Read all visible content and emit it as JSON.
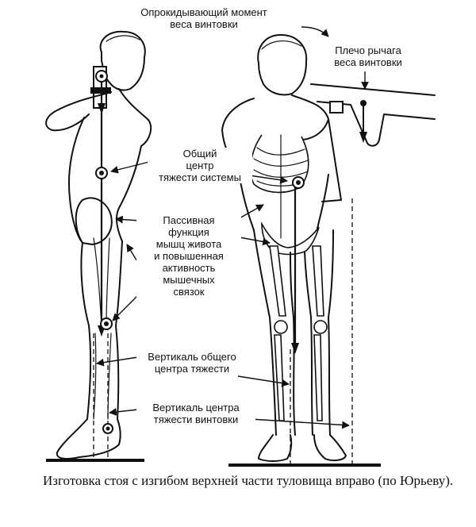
{
  "labels": {
    "overturning_moment": "Опрокидывающий момент\nвеса винтовки",
    "lever_arm": "Плечо рычага\nвеса винтовки",
    "common_center": "Общий\nцентр\nтяжести системы",
    "passive_function": "Пассивная\nфункция\nмышц живота\nи повышенная\nактивность\nмышечных\nсвязок",
    "vertical_common": "Вертикаль общего\nцентра тяжести",
    "vertical_rifle": "Вертикаль центра\nтяжести винтовки"
  },
  "caption": "Изготовка стоя с изгибом верхней части туловища вправо (по Юрьеву).",
  "colors": {
    "ink": "#111111",
    "background": "#ffffff"
  },
  "figures": [
    "side-view-shooter",
    "front-view-shooter-with-skeleton"
  ]
}
